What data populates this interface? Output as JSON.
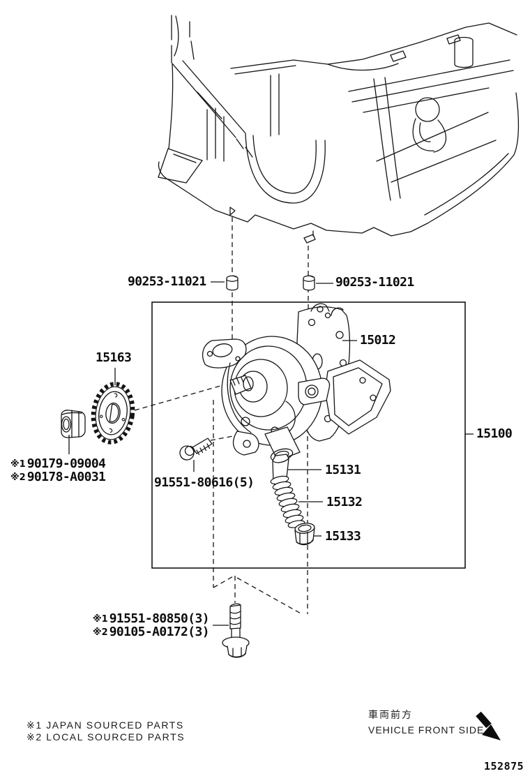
{
  "figure_number": "152875",
  "labels": {
    "dowel_left": "90253-11021",
    "dowel_right": "90253-11021",
    "pump_cover": "15012",
    "oil_pump_assembly": "15100",
    "drive_sprocket": "15163",
    "nut_note1_mark": "※1",
    "nut_note1_pn": "90179-09004",
    "nut_note2_mark": "※2",
    "nut_note2_pn": "90178-A0031",
    "cover_bolt": "91551-80616(5)",
    "relief_valve_piston": "15131",
    "relief_valve_spring": "15132",
    "relief_valve_plug": "15133",
    "mount_bolt_note1_mark": "※1",
    "mount_bolt_note1_pn": "91551-80850(3)",
    "mount_bolt_note2_mark": "※2",
    "mount_bolt_note2_pn": "90105-A0172(3)"
  },
  "footnotes": {
    "line1": "※1 JAPAN SOURCED PARTS",
    "line2": "※2 LOCAL SOURCED PARTS"
  },
  "direction": {
    "ja": "車両前方",
    "en": "VEHICLE FRONT SIDE"
  },
  "colors": {
    "line": "#141414",
    "background": "#ffffff"
  }
}
